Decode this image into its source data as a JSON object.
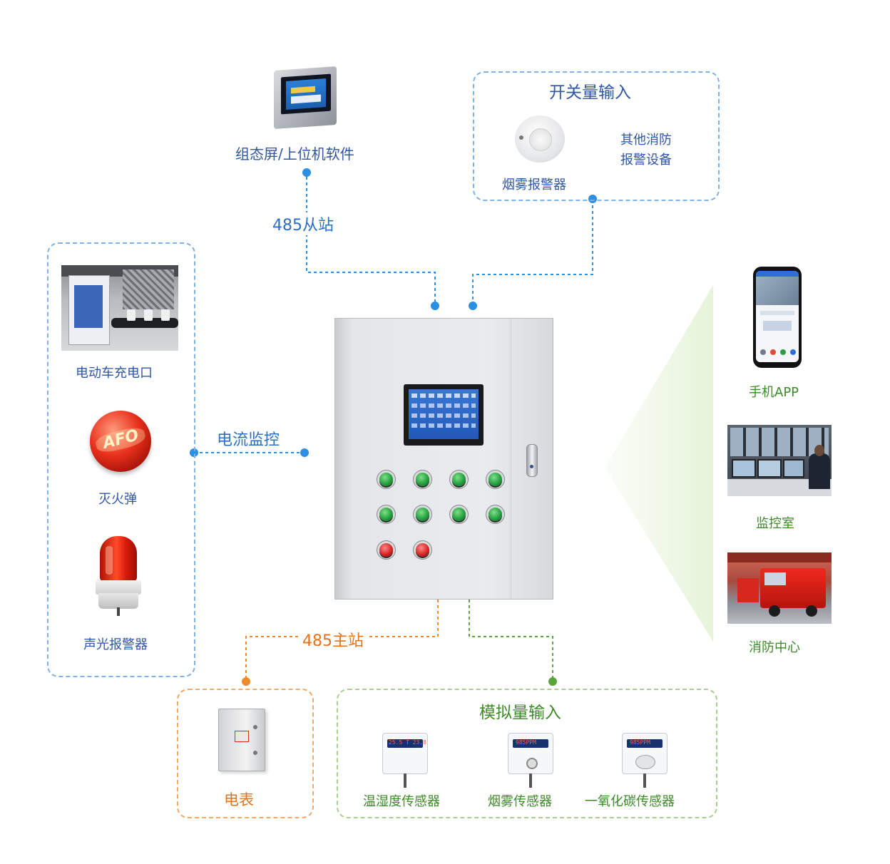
{
  "top": {
    "hmi_label": "组态屏/上位机软件",
    "rs485_slave_label": "485从站"
  },
  "switch_input": {
    "title": "开关量输入",
    "smoke_alarm_label": "烟雾报警器",
    "other_devices_line1": "其他消防",
    "other_devices_line2": "报警设备"
  },
  "left_group": {
    "ev_charger_label": "电动车充电口",
    "fire_ball_label": "灭火弹",
    "fire_ball_text": "AFO",
    "strobe_label": "声光报警器",
    "current_monitor_label": "电流监控"
  },
  "right_group": {
    "phone_app_label": "手机APP",
    "control_room_label": "监控室",
    "fire_center_label": "消防中心"
  },
  "bottom": {
    "rs485_master_label": "485主站",
    "meter_label": "电表",
    "analog_input_title": "模拟量输入",
    "sensors": [
      {
        "label": "温湿度传感器",
        "display": "25.5 T 23.8"
      },
      {
        "label": "烟雾传感器",
        "display": "985PPM"
      },
      {
        "label": "一氧化碳传感器",
        "display": "985PPM"
      }
    ]
  },
  "colors": {
    "blue": "#2b8fe3",
    "orange": "#ee8a2a",
    "green": "#5aa53a",
    "title_blue": "#2f55a4",
    "green_title": "#3e8a2a",
    "orange_title": "#e2731f"
  }
}
